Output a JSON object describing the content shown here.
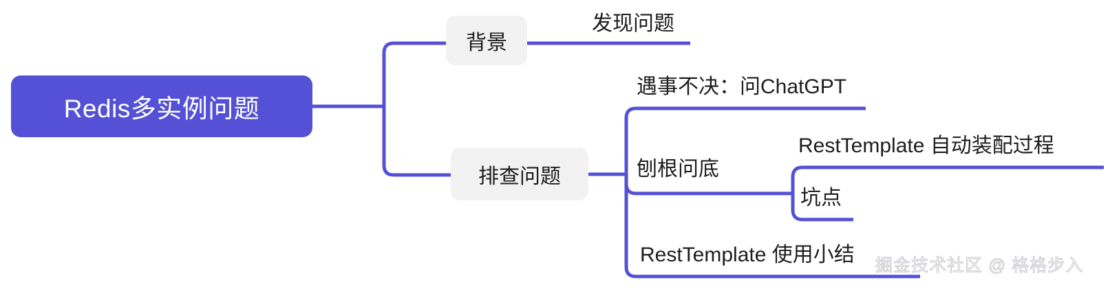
{
  "diagram": {
    "type": "mind-map",
    "accent_color": "#5451d6",
    "node_fill": "#f2f2f2",
    "text_color": "#1d1d1f",
    "root": {
      "label": "Redis多实例问题"
    },
    "branches": [
      {
        "label": "背景",
        "children": [
          {
            "label": "发现问题"
          }
        ]
      },
      {
        "label": "排查问题",
        "children": [
          {
            "label": "遇事不决：问ChatGPT"
          },
          {
            "label": "刨根问底",
            "children": [
              {
                "label": "RestTemplate 自动装配过程"
              },
              {
                "label": "坑点"
              }
            ]
          },
          {
            "label": "RestTemplate 使用小结"
          }
        ]
      }
    ]
  },
  "watermark": {
    "text": "掘金技术社区 @ 格格步入"
  }
}
